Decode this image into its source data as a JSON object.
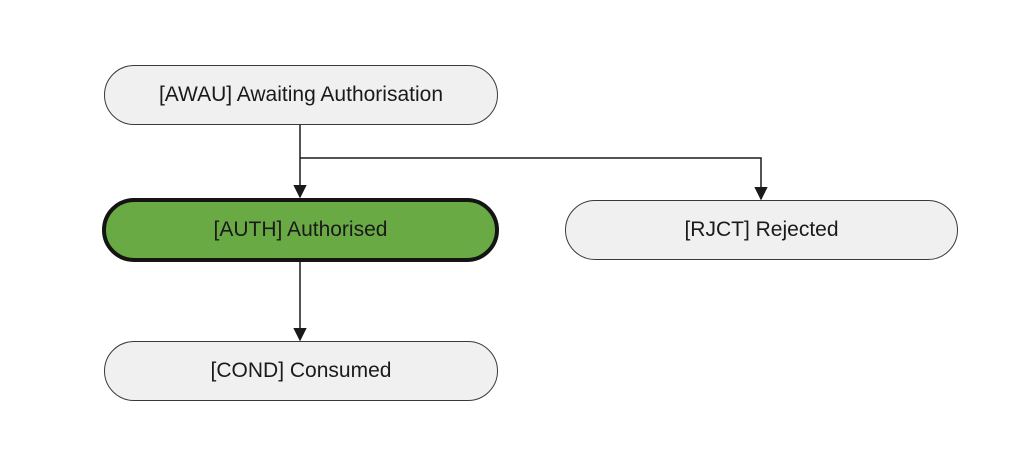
{
  "colors": {
    "active_fill": "#6aaa45",
    "default_fill": "#f0f0f0",
    "connector": "#1a1a1a"
  },
  "nodes": {
    "awaiting": {
      "label": "[AWAU] Awaiting Authorisation",
      "state": "default"
    },
    "authorised": {
      "label": "[AUTH] Authorised",
      "state": "active"
    },
    "rejected": {
      "label": "[RJCT] Rejected",
      "state": "default"
    },
    "consumed": {
      "label": "[COND] Consumed",
      "state": "default"
    }
  },
  "edges": [
    {
      "from": "awaiting",
      "to": "authorised"
    },
    {
      "from": "awaiting",
      "to": "rejected"
    },
    {
      "from": "authorised",
      "to": "consumed"
    }
  ]
}
